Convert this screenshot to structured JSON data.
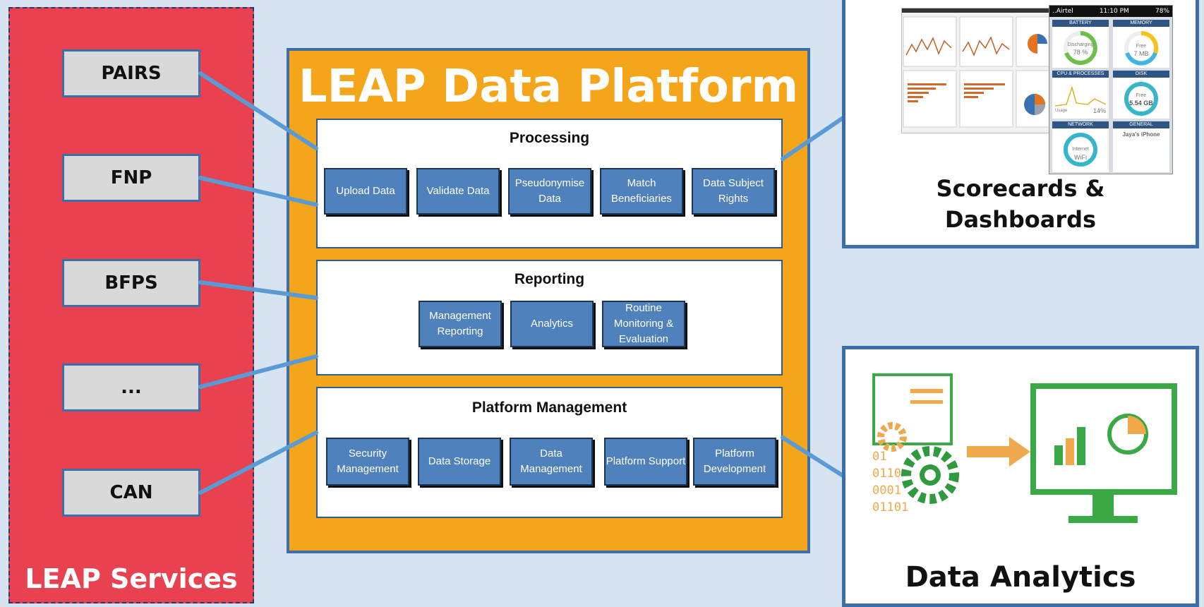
{
  "services": {
    "title": "LEAP Services",
    "items": [
      "PAIRS",
      "FNP",
      "BFPS",
      "...",
      "CAN"
    ]
  },
  "platform": {
    "title": "LEAP Data Platform",
    "processing": {
      "title": "Processing",
      "boxes": [
        "Upload Data",
        "Validate Data",
        "Pseudonymise Data",
        "Match Beneficiaries",
        "Data Subject Rights"
      ]
    },
    "reporting": {
      "title": "Reporting",
      "boxes": [
        "Management Reporting",
        "Analytics",
        "Routine Monitoring & Evaluation"
      ]
    },
    "management": {
      "title": "Platform Management",
      "boxes": [
        "Security Management",
        "Data Storage",
        "Data Management",
        "Platform Support",
        "Platform Development"
      ]
    }
  },
  "scorecards": {
    "title_line1": "Scorecards &",
    "title_line2": "Dashboards",
    "phone": {
      "carrier": "..Airtel",
      "time": "11:10 PM",
      "battery_pct": "78%",
      "tiles": [
        "BATTERY",
        "MEMORY",
        "CPU & PROCESSES",
        "DISK",
        "NETWORK",
        "GENERAL"
      ],
      "battery_state": "Discharging",
      "battery_value": "78 %",
      "memory_label": "Free",
      "memory_value": "7 MB",
      "cpu_label": "Usage",
      "cpu_value": "14%",
      "disk_label": "Free",
      "disk_value": "5.54 GB",
      "network_label": "Internet",
      "network_value": "WiFi",
      "general_name": "Jaya's iPhone"
    }
  },
  "analytics": {
    "title": "Data Analytics",
    "binary": [
      "01",
      "0110",
      "0001",
      "01101"
    ]
  },
  "colors": {
    "background": "#d6e3f1",
    "services_red": "#e84150",
    "platform_orange": "#f5a519",
    "box_blue": "#4f81bd",
    "connector_blue": "#5b9bd5",
    "analytics_green": "#3aa845"
  }
}
